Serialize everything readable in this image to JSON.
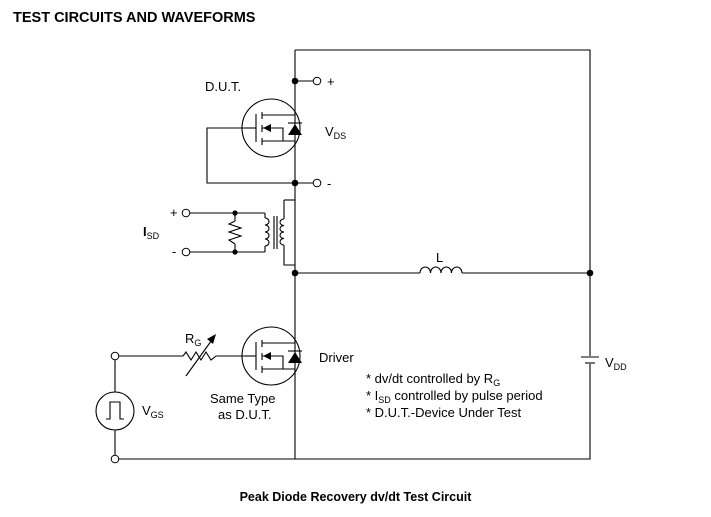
{
  "header": {
    "title": "TEST CIRCUITS AND WAVEFORMS"
  },
  "diagram": {
    "caption": "Peak Diode Recovery dv/dt Test Circuit",
    "labels": {
      "dut": "D.U.T.",
      "plus_top": "+",
      "minus_top": "-",
      "vds_main": "V",
      "vds_sub": "DS",
      "isd_main": "I",
      "isd_sub": "SD",
      "isd_plus": "+",
      "isd_minus": "-",
      "inductor": "L",
      "rg_main": "R",
      "rg_sub": "G",
      "driver": "Driver",
      "vdd_main": "V",
      "vdd_sub": "DD",
      "vgs_main": "V",
      "vgs_sub": "GS",
      "same_type_line1": "Same Type",
      "same_type_line2": "as D.U.T."
    },
    "notes": [
      {
        "prefix": "* dv/dt controlled by R",
        "sub": "G",
        "suffix": ""
      },
      {
        "prefix": "* I",
        "sub": "SD",
        "suffix": " controlled by pulse period"
      },
      {
        "prefix": "* D.U.T.-Device Under Test",
        "sub": "",
        "suffix": ""
      }
    ]
  }
}
